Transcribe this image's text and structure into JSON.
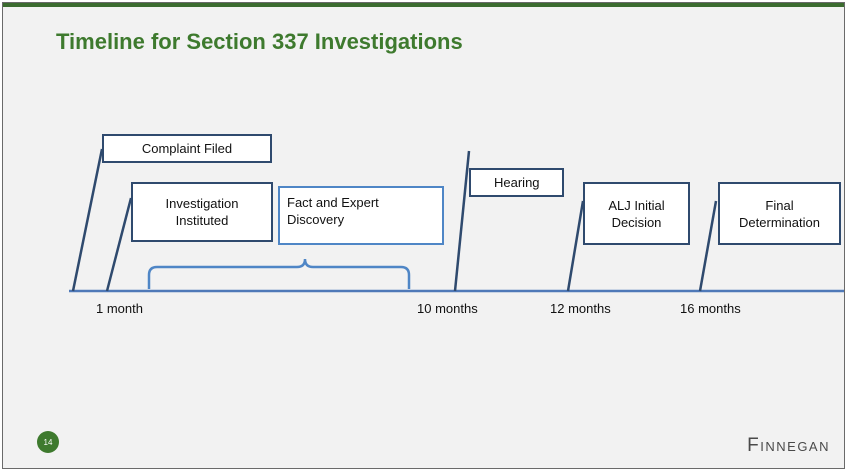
{
  "slide": {
    "title": "Timeline for Section 337 Investigations",
    "page_number": "14",
    "logo": "Finnegan"
  },
  "events": {
    "complaint_filed": "Complaint Filed",
    "investigation_instituted": "Investigation Instituted",
    "discovery": "Fact and Expert Discovery",
    "hearing": "Hearing",
    "alj_initial_decision": "ALJ Initial Decision",
    "final_determination": "Final Determination"
  },
  "timeline_labels": {
    "t1": "1 month",
    "t10": "10 months",
    "t12": "12 months",
    "t16": "16 months"
  },
  "colors": {
    "title_green": "#3e7a2e",
    "top_bar": "#3b6b2f",
    "box_border": "#2f4a6e",
    "brace_blue": "#4f86c6",
    "axis_blue": "#4f79b8"
  }
}
